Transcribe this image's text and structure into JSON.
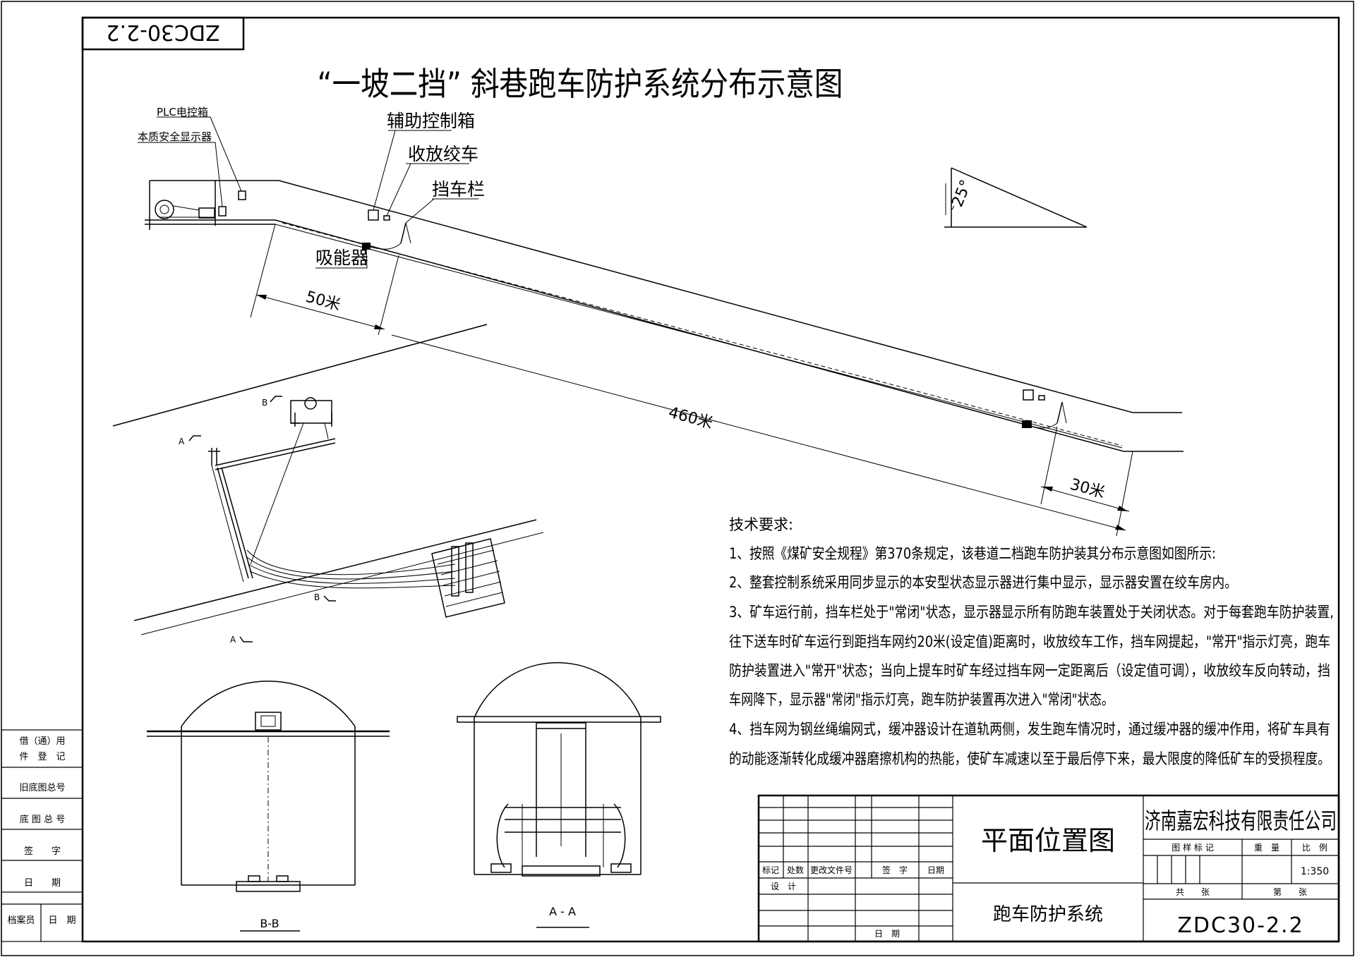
{
  "drawing": {
    "number_mirrored": "ZDC30-2.2",
    "title": "“一坡二挡” 斜巷跑车防护系统分布示意图"
  },
  "labels": {
    "plc_box": "PLC电控箱",
    "safety_display": "本质安全显示器",
    "aux_control_box": "辅助控制箱",
    "winch": "收放绞车",
    "car_barrier": "挡车栏",
    "absorber": "吸能器",
    "angle": "25°",
    "dim_50": "50米",
    "dim_460": "460米",
    "dim_30": "30米",
    "section_b": "B",
    "section_a": "A",
    "section_bb": "B-B",
    "section_aa": "A - A"
  },
  "notes": {
    "heading": "技术要求:",
    "items": [
      "1、按照《煤矿安全规程》第370条规定，该巷道二档跑车防护装其分布示意图如图所示:",
      "2、整套控制系统采用同步显示的本安型状态显示器进行集中显示，显示器安置在绞车房内。",
      "3、矿车运行前，挡车栏处于\"常闭\"状态，显示器显示所有防跑车装置处于关闭状态。对于每套跑车防护装置,",
      "往下送车时矿车运行到距挡车网约20米(设定值)距离时，收放绞车工作，挡车网提起，\"常开\"指示灯亮，跑车",
      "防护装置进入\"常开\"状态；当向上提车时矿车经过挡车网一定距离后（设定值可调），收放绞车反向转动，挡",
      "车网降下，显示器\"常闭\"指示灯亮，跑车防护装置再次进入\"常闭\"状态。",
      "4、挡车网为钢丝绳编网式，缓冲器设计在道轨两侧，发生跑车情况时，通过缓冲器的缓冲作用，将矿车具有",
      "的动能逐渐转化成缓冲器磨擦机构的热能，使矿车减速以至于最后停下来，最大限度的降低矿车的受损程度。"
    ]
  },
  "side_table": {
    "row1a": "借（通）用",
    "row1b": "件　登　记",
    "row2": "旧底图总号",
    "row3": "底 图 总 号",
    "row4": "签　　字",
    "row5": "日　　期",
    "row6a": "档案员",
    "row6b": "日　期"
  },
  "title_block": {
    "mark": "标记",
    "count": "处数",
    "change_doc": "更改文件号",
    "signature": "签　字",
    "date": "日期",
    "design": "设　计",
    "date2": "日　期",
    "drawing_name": "平面位置图",
    "system_name": "跑车防护系统",
    "company": "济南嘉宏科技有限责任公司",
    "sample_mark": "图 样 标 记",
    "weight": "重　量",
    "scale_label": "比　例",
    "scale": "1:350",
    "total_sheets": "共　　张",
    "sheet_no": "第　　张",
    "drawing_no": "ZDC30-2.2"
  }
}
